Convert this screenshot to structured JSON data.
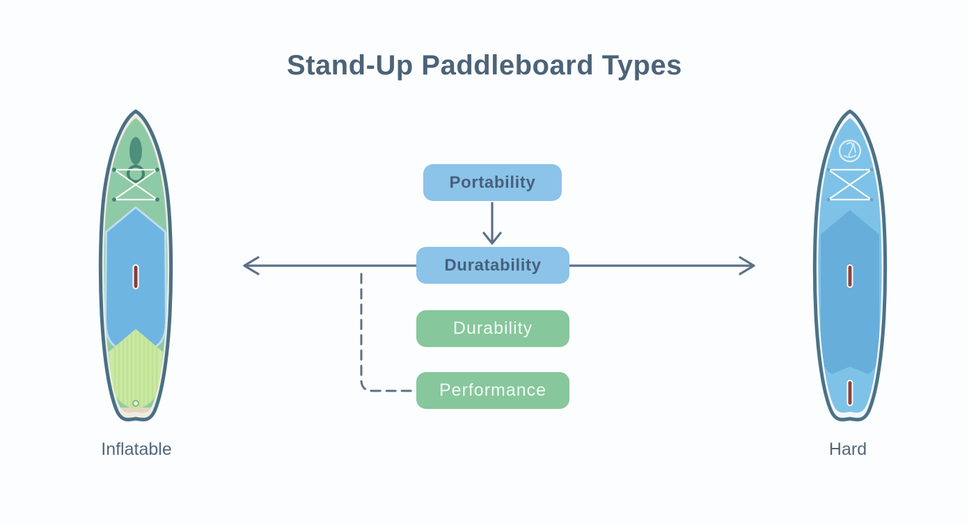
{
  "title": "Stand-Up Paddleboard Types",
  "board_types": [
    {
      "id": "inflatable",
      "label": "Inflatable",
      "position": "left"
    },
    {
      "id": "hard",
      "label": "Hard",
      "position": "right"
    }
  ],
  "flow": {
    "nodes": [
      {
        "id": "portability",
        "label": "Portability",
        "variant": "blue"
      },
      {
        "id": "duratability",
        "label": "Duratability",
        "variant": "blue"
      },
      {
        "id": "durability",
        "label": "Durability",
        "variant": "green"
      },
      {
        "id": "performance",
        "label": "Performance",
        "variant": "green"
      }
    ],
    "connectors": [
      {
        "from": "portability",
        "to": "duratability",
        "style": "solid-arrow-down"
      },
      {
        "from": "duratability",
        "to": "inflatable",
        "style": "solid-arrow-left"
      },
      {
        "from": "duratability",
        "to": "hard",
        "style": "solid-arrow-right"
      },
      {
        "from": "duratability",
        "to": "performance",
        "style": "dashed-elbow"
      }
    ]
  },
  "colors": {
    "background": "#FCFDFE",
    "title_text": "#4C6378",
    "label_text": "#51677D",
    "blue_node_bg": "#8CC3E9",
    "blue_node_text": "#46617E",
    "green_node_bg": "#86C79B",
    "green_node_text": "#F4FAF6",
    "arrow": "#5A7088",
    "board_outline": "#4A7086",
    "inflatable_body": "#8FCAA6",
    "inflatable_deck_pad": "#6FB5E2",
    "inflatable_tail_pad": "#CBE9A4",
    "inflatable_handle": "#4E8E7C",
    "fin_slot": "#8A3C3C",
    "hard_body": "#7EC2E8",
    "hard_deck_pad": "#67AEDB"
  }
}
